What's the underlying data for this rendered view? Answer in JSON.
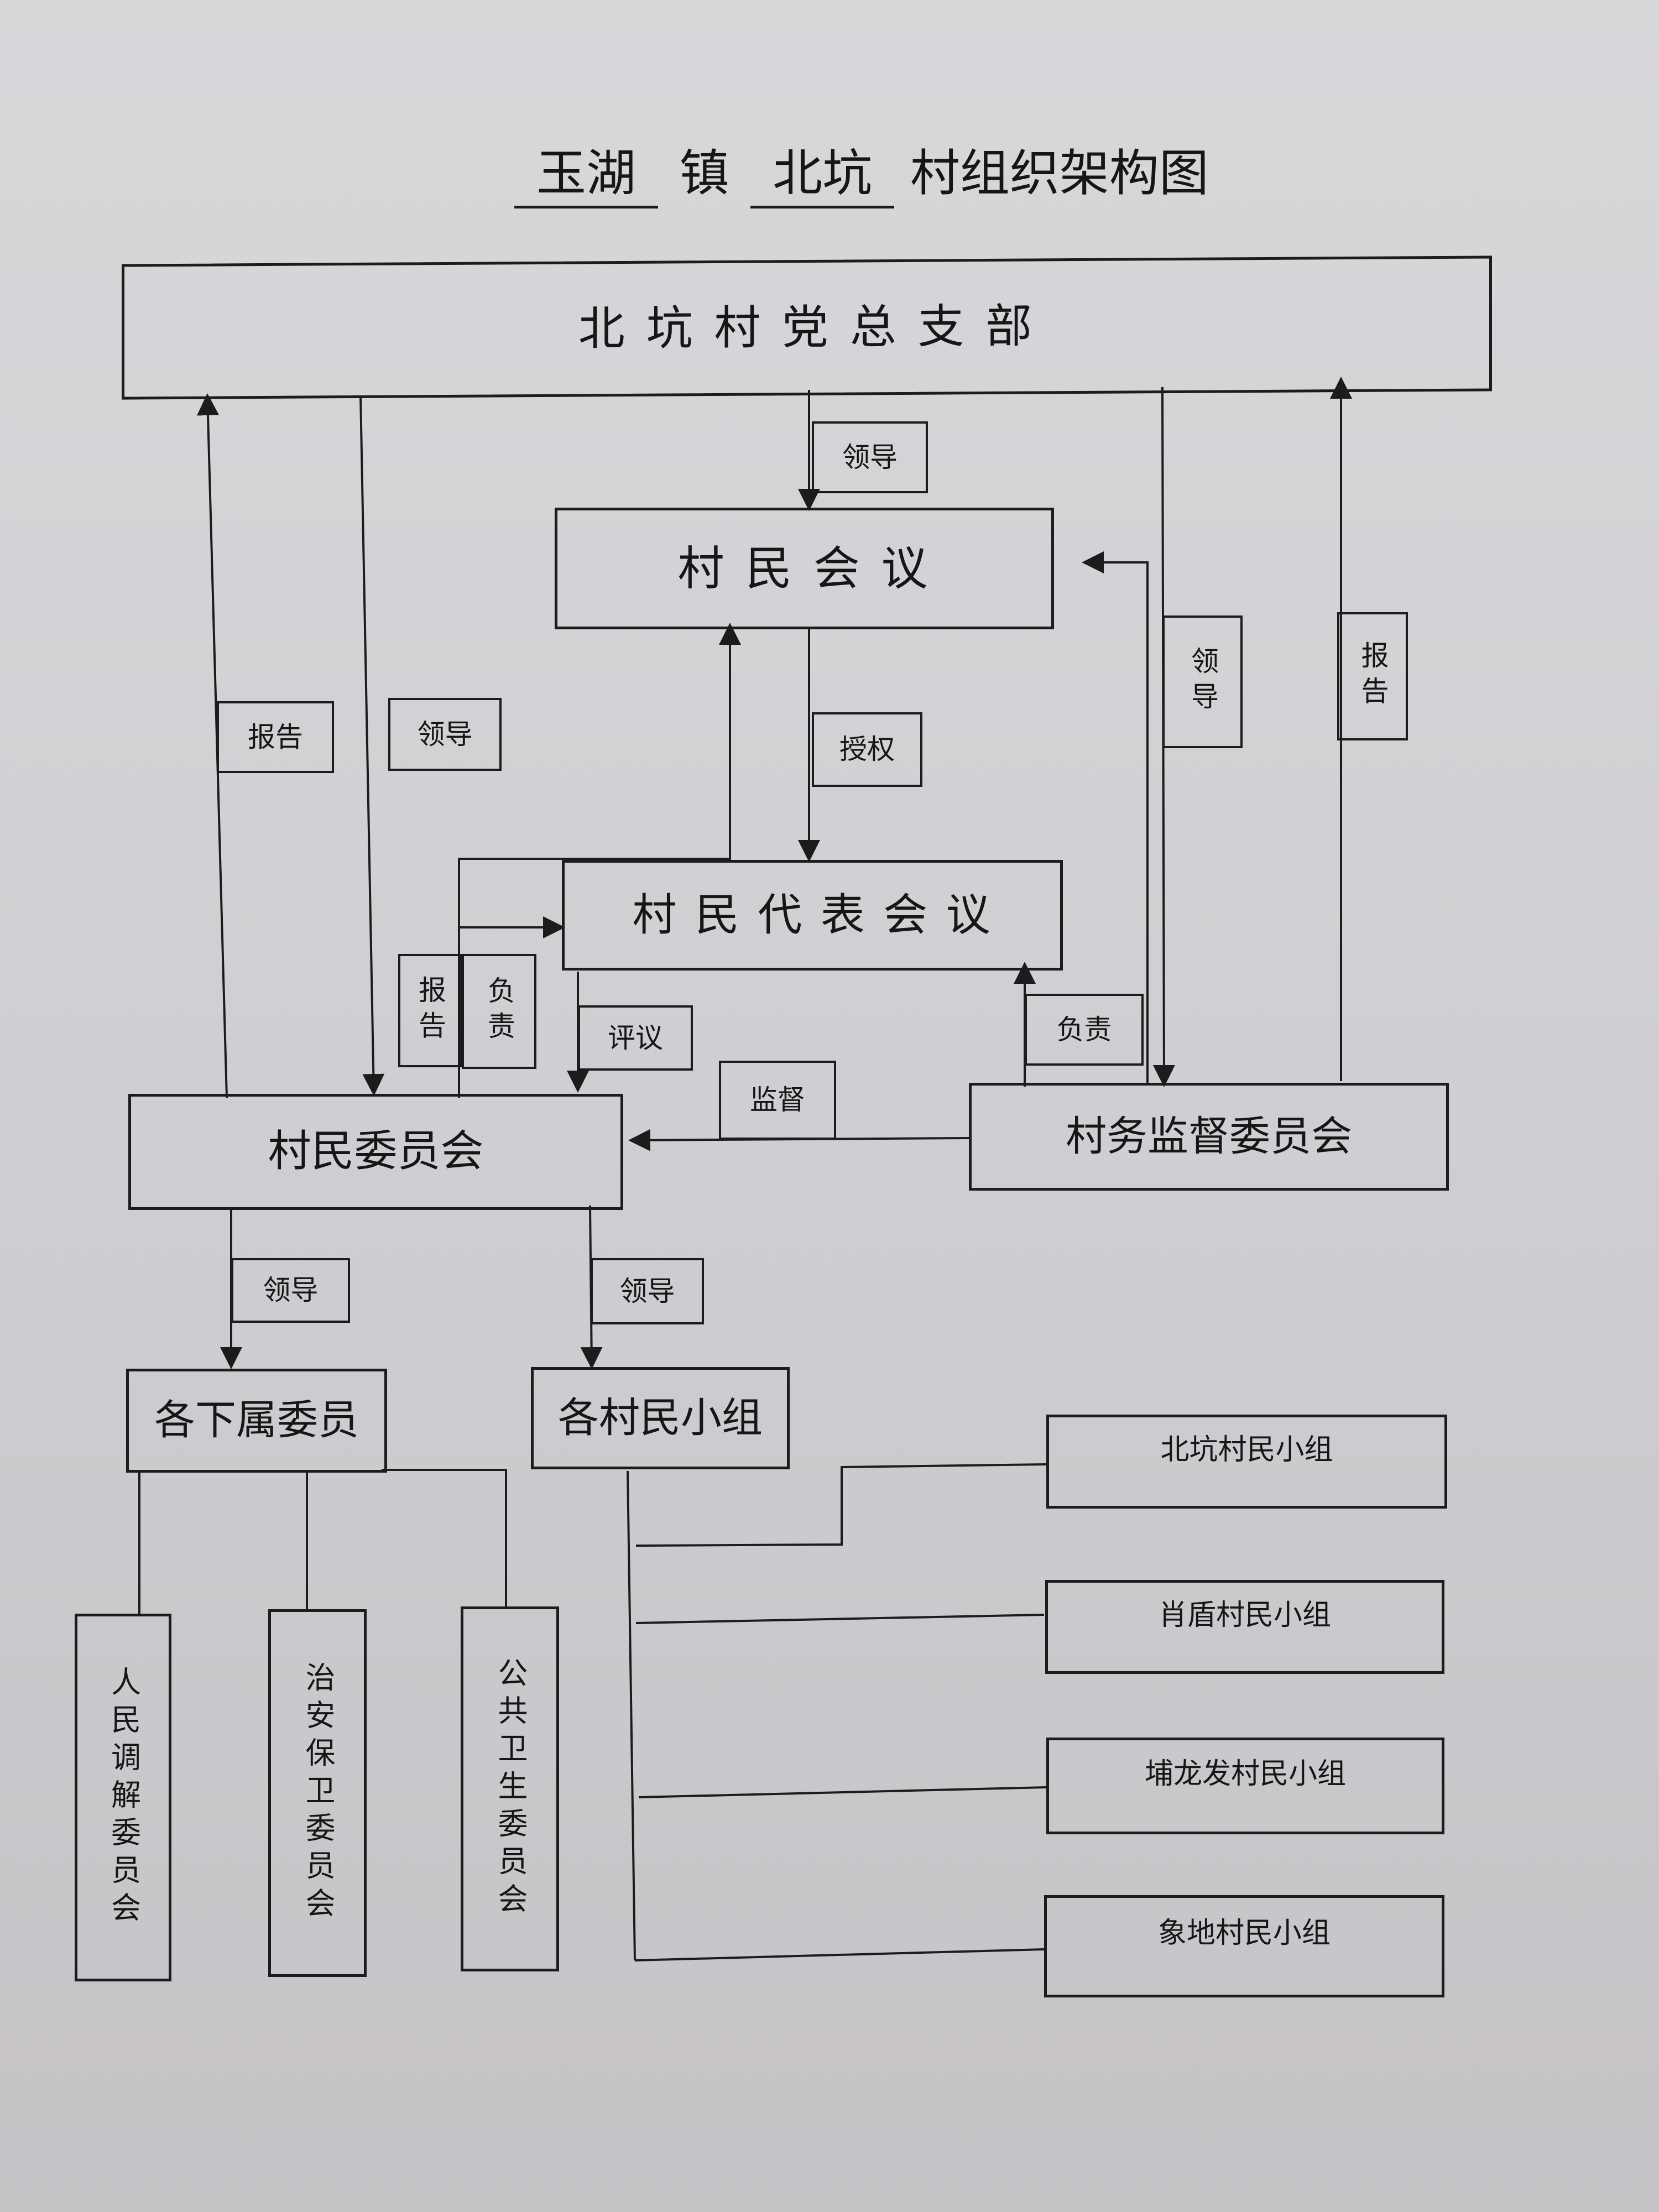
{
  "title": {
    "town": "玉湖",
    "zhen": "镇",
    "village": "北坑",
    "suffix": "村组织架构图"
  },
  "nodes": {
    "party_branch": "北 坑 村 党 总 支 部",
    "villagers_meeting": "村 民 会 议",
    "representatives_meeting": "村 民 代 表 会 议",
    "villagers_committee": "村民委员会",
    "supervision_committee": "村务监督委员会",
    "subordinate_committees": "各下属委员",
    "villager_groups": "各村民小组",
    "mediation_committee": "人民调解委员会",
    "security_committee": "治安保卫委员会",
    "health_committee": "公共卫生委员会",
    "group_beikeng": "北坑村民小组",
    "group_xiaodun": "肖盾村民小组",
    "group_bulongfa": "埔龙发村民小组",
    "group_xiangdi": "象地村民小组"
  },
  "edge_labels": {
    "lead_1": "领导",
    "authorize": "授权",
    "report_left": "报告",
    "lead_left": "领导",
    "lead_right": "领导",
    "report_right": "报告",
    "report_mid": "报告",
    "responsible_mid": "负责",
    "review": "评议",
    "responsible_right": "负责",
    "supervise": "监督",
    "lead_sub": "领导",
    "lead_groups": "领导"
  }
}
